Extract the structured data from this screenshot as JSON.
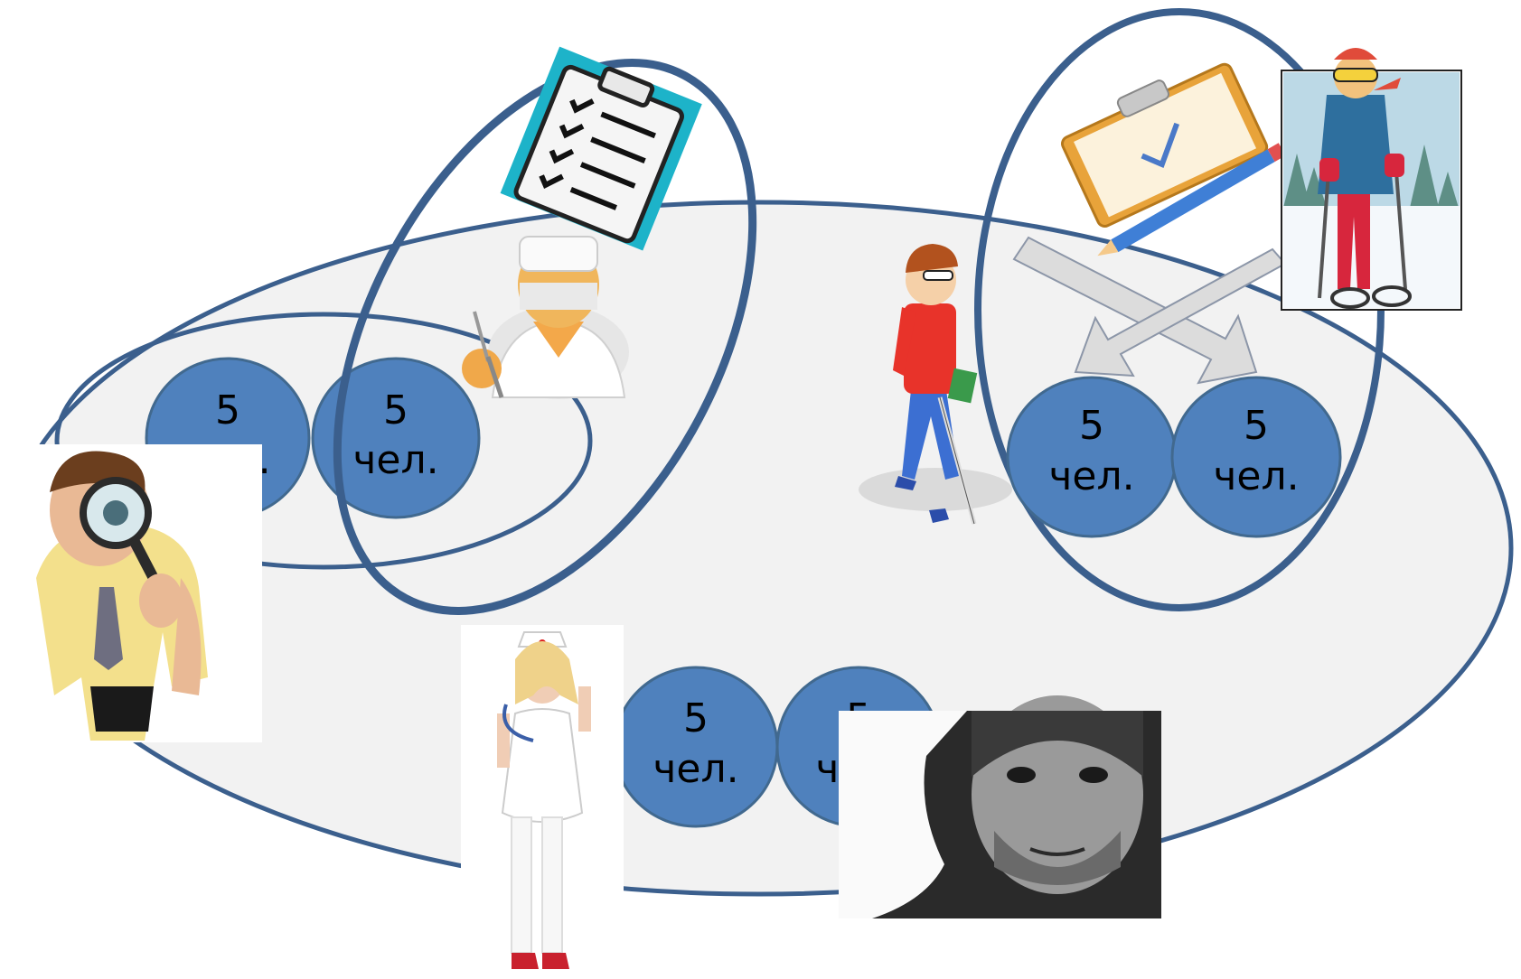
{
  "colors": {
    "region_outline": "#3B5F8D",
    "region_fill": "#F2F2F2",
    "group_fill": "#4F81BD",
    "group_stroke": "#41698F",
    "label": "#000000",
    "arrow_fill": "#DCDCDC",
    "arrow_stroke": "#8C96A8"
  },
  "groups": [
    {
      "id": "g1",
      "line1": "5",
      "line2": "чел."
    },
    {
      "id": "g2",
      "line1": "5",
      "line2": "чел."
    },
    {
      "id": "g3",
      "line1": "5",
      "line2": "чел."
    },
    {
      "id": "g4",
      "line1": "5",
      "line2": "чел."
    },
    {
      "id": "g5",
      "line1": "5",
      "line2": "чел."
    },
    {
      "id": "g6",
      "line1": "5",
      "line2": "чел."
    }
  ],
  "pictures": [
    {
      "id": "clipboard-checklist",
      "icon": "clipboard-checklist-icon"
    },
    {
      "id": "clipboard-pencil",
      "icon": "clipboard-pencil-icon"
    },
    {
      "id": "doctor",
      "icon": "doctor-icon"
    },
    {
      "id": "blind-student",
      "icon": "blind-student-icon"
    },
    {
      "id": "skier",
      "icon": "skier-icon"
    },
    {
      "id": "magnifier-man",
      "icon": "magnifier-man-icon"
    },
    {
      "id": "nurse",
      "icon": "nurse-icon"
    },
    {
      "id": "man-portrait",
      "icon": "man-portrait-icon"
    }
  ]
}
